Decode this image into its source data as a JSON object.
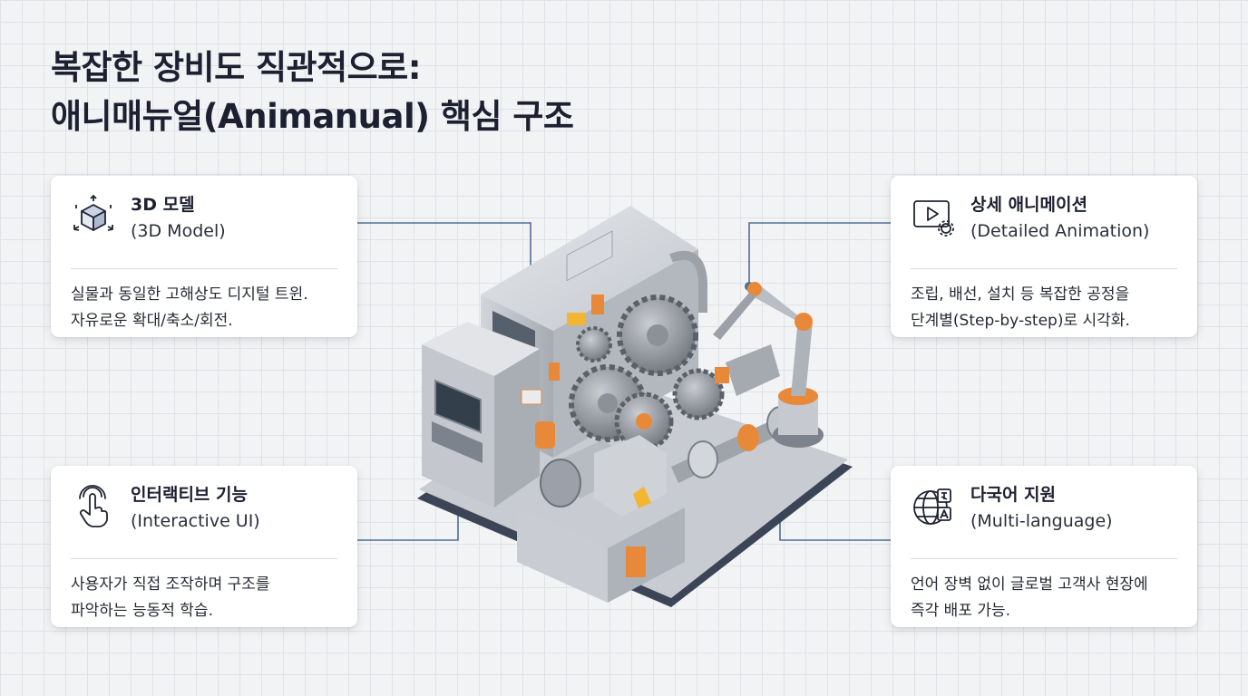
{
  "title": {
    "line1": "복잡한 장비도 직관적으로:",
    "line2": "애니매뉴얼(Animanual) 핵심 구조"
  },
  "cards": [
    {
      "title_ko": "3D 모델",
      "title_en": "(3D Model)",
      "desc_line1": "실물과 동일한 고해상도 디지털 트윈.",
      "desc_line2": "자유로운 확대/축소/회전.",
      "icon": "3d-cube-icon"
    },
    {
      "title_ko": "상세 애니메이션",
      "title_en": "(Detailed Animation)",
      "desc_line1": "조립, 배선, 설치 등 복잡한 공정을",
      "desc_line2": "단계별(Step-by-step)로 시각화.",
      "icon": "video-gear-icon"
    },
    {
      "title_ko": "인터랙티브 기능",
      "title_en": "(Interactive UI)",
      "desc_line1": "사용자가 직접 조작하며 구조를",
      "desc_line2": "파악하는 능동적 학습.",
      "icon": "touch-hand-icon"
    },
    {
      "title_ko": "다국어 지원",
      "title_en": "(Multi-language)",
      "desc_line1": "언어 장벽 없이 글로벌 고객사 현장에",
      "desc_line2": "즉각 배포 가능.",
      "icon": "globe-translate-icon"
    }
  ],
  "colors": {
    "connector": "#4f6f93",
    "accent_orange": "#e8893a",
    "metal": "#b9bdc4"
  }
}
